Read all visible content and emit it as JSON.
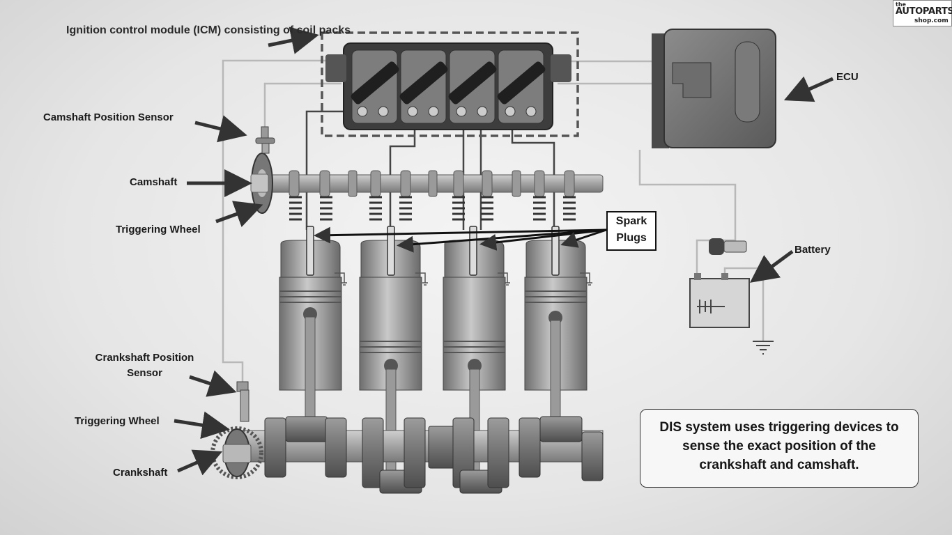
{
  "labels": {
    "icm": "Ignition control module (ICM) consisting of coil packs",
    "camshaft_position_sensor": "Camshaft Position Sensor",
    "camshaft": "Camshaft",
    "triggering_wheel_cam": "Triggering Wheel",
    "crankshaft_position_sensor": "Crankshaft Position Sensor",
    "triggering_wheel_crank": "Triggering Wheel",
    "crankshaft": "Crankshaft",
    "ecu": "ECU",
    "battery": "Battery",
    "spark_plugs": "Spark Plugs"
  },
  "note": "DIS system uses triggering devices to sense the exact position of the crankshaft and camshaft.",
  "logo": {
    "line1": "the",
    "line2": "AUTOPARTS",
    "line3": "shop.com"
  },
  "colors": {
    "background": "#e9e9e9",
    "component": "#8f8f8f",
    "component_dark": "#3c3c3c",
    "wire": "#b5b5b5",
    "arrow": "#333333"
  }
}
